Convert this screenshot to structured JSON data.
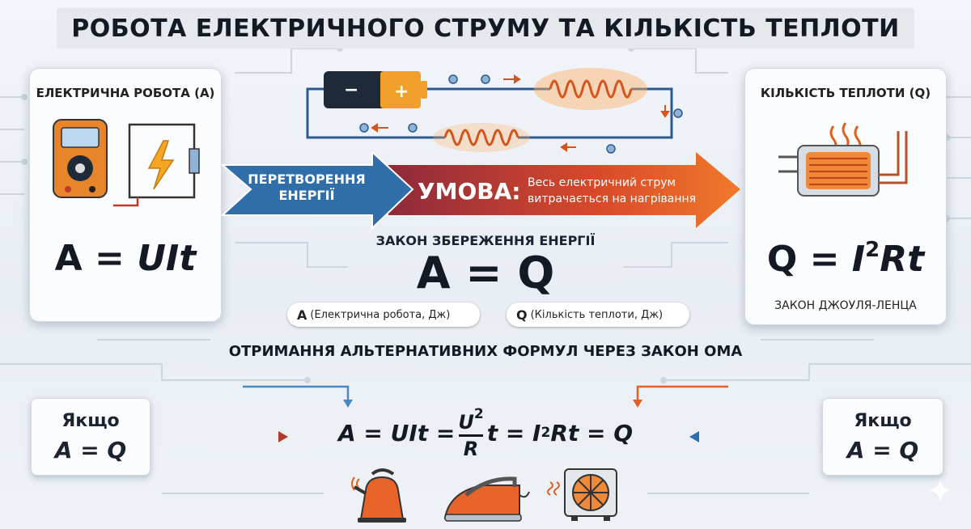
{
  "title": "РОБОТА ЕЛЕКТРИЧНОГО СТРУМУ ТА КІЛЬКІСТЬ ТЕПЛОТИ",
  "left_card": {
    "title": "ЕЛЕКТРИЧНА РОБОТА (А)",
    "formula_prefix": "A = ",
    "formula_vars": "UIt"
  },
  "right_card": {
    "title": "КІЛЬКІСТЬ ТЕПЛОТИ (Q)",
    "formula_prefix": "Q = ",
    "formula_i": "I",
    "formula_exp": "2",
    "formula_rest": "Rt",
    "subtitle": "ЗАКОН ДЖОУЛЯ-ЛЕНЦА"
  },
  "ribbon": {
    "blue_line1": "ПЕРЕТВОРЕННЯ",
    "blue_line2": "ЕНЕРГІЇ",
    "condition_label": "УМОВА:",
    "condition_line1": "Весь електричний струм",
    "condition_line2": "витрачається на нагрівання"
  },
  "center": {
    "heading": "ЗАКОН ЗБЕРЕЖЕННЯ ЕНЕРГІЇ",
    "formula": "A = Q",
    "pill_a_letter": "A",
    "pill_a_text": "(Електрична робота, Дж)",
    "pill_q_letter": "Q",
    "pill_q_text": "(Кількість теплоти, Дж)"
  },
  "alt_heading": "ОТРИМАННЯ АЛЬТЕРНАТИВНИХ ФОРМУЛ ЧЕРЕЗ ЗАКОН ОМА",
  "chain": {
    "part1": "A = UIt = ",
    "frac_num": "U",
    "frac_num_exp": "2",
    "frac_den": "R",
    "part2": "t = I",
    "exp2": "2",
    "part3": "Rt = Q"
  },
  "if_left": {
    "line1": "Якщо",
    "line2": "A = Q"
  },
  "if_right": {
    "line1": "Якщо",
    "line2": "A = Q"
  },
  "battery": {
    "minus": "−",
    "plus": "+"
  },
  "colors": {
    "blue_arrow": "#2f6ea8",
    "red_arrow": "#c0392b",
    "orange_arrow": "#e8702a",
    "coil": "#d4541c",
    "wire": "#2c5a8c"
  },
  "icons": [
    "multimeter-icon",
    "lightning-icon",
    "battery-icon",
    "heating-coil-icon",
    "heater-element-icon",
    "kettle-icon",
    "iron-icon",
    "fan-heater-icon",
    "sparkle-icon"
  ]
}
